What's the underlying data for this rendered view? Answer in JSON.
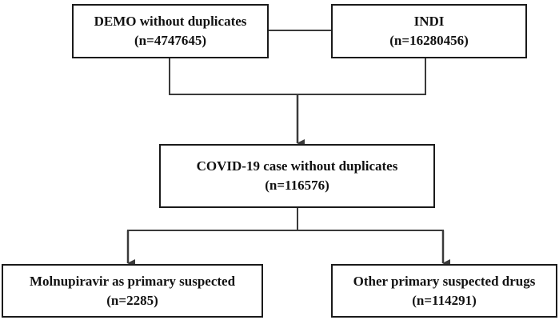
{
  "flowchart": {
    "demo": {
      "title": "DEMO without duplicates",
      "count": "(n=4747645)"
    },
    "indi": {
      "title": "INDI",
      "count": "(n=16280456)"
    },
    "covid": {
      "title": "COVID-19 case without duplicates",
      "count": "(n=116576)"
    },
    "molnupiravir": {
      "title": "Molnupiravir as primary suspected",
      "count": "(n=2285)"
    },
    "other": {
      "title": "Other primary suspected drugs",
      "count": "(n=114291)"
    }
  },
  "colors": {
    "line": "#3a3a3a",
    "border": "#1a1a1a",
    "text": "#111111",
    "background": "#ffffff"
  }
}
